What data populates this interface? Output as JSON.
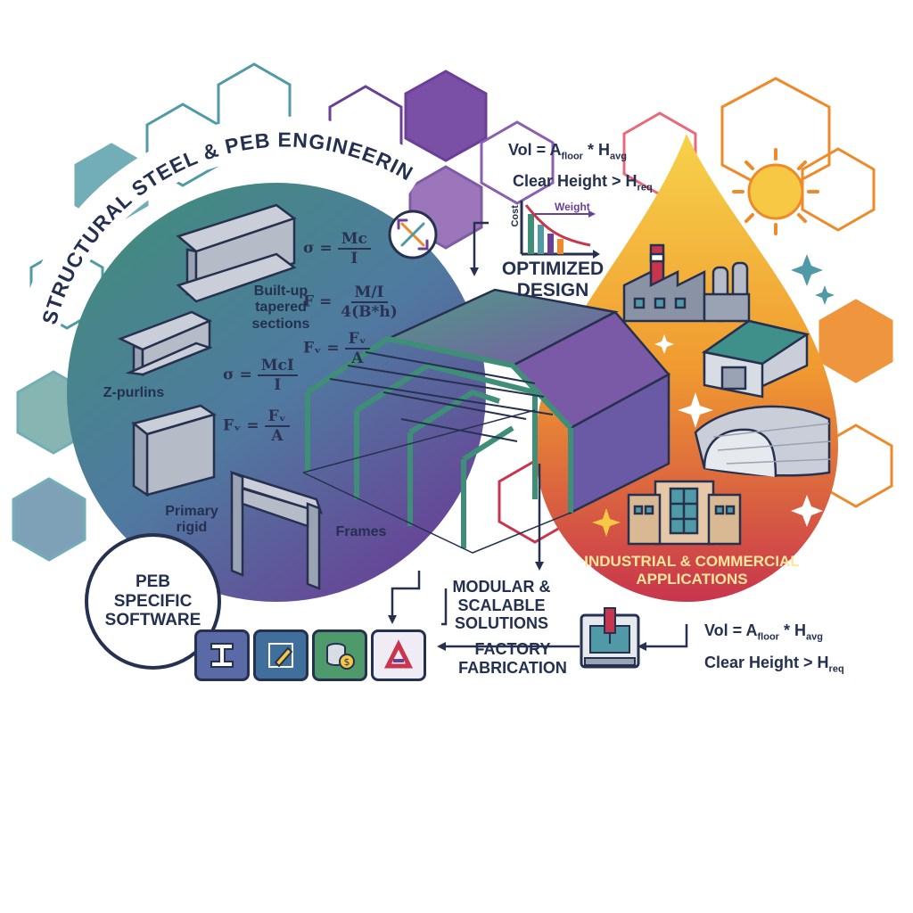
{
  "title": "STRUCTURAL STEEL & PEB ENGINEERING",
  "formulas": {
    "sigma_mc_i": {
      "lhs": "σ =",
      "num": "Mc",
      "den": "I"
    },
    "f_ml_i": {
      "lhs": "F =",
      "num": "M/I",
      "den": "4(B*h)"
    },
    "fv_a_1": {
      "lhs": "Fᵥ =",
      "num": "Fᵥ",
      "den": "A"
    },
    "sigma_mcl_i": {
      "lhs": "σ =",
      "num": "McI",
      "den": "I"
    },
    "fv_a_2": {
      "lhs": "Fᵥ =",
      "num": "Fᵥ",
      "den": "A"
    }
  },
  "labels": {
    "built_up": "Built-up tapered sections",
    "z_purlins": "Z-purlins",
    "primary_rigid": "Primary rigid",
    "frames": "Frames",
    "peb_software": "PEB SPECIFIC SOFTWARE",
    "optimized_design": "OPTIMIZED DESIGN",
    "modular": "MODULAR & SCALABLE SOLUTIONS",
    "factory": "FACTORY FABRICATION",
    "industrial": "INDUSTRIAL & COMMERCIAL APPLICATIONS"
  },
  "equations_top": {
    "vol_prefix": "Vol = A",
    "vol_sub1": "floor",
    "vol_mid": " * H",
    "vol_sub2": "avg",
    "clear_prefix": "Clear Height > H",
    "clear_sub": "req"
  },
  "equations_bottom": {
    "vol_prefix": "Vol = A",
    "vol_sub1": "floor",
    "vol_mid": " * H",
    "vol_sub2": "avg",
    "clear_prefix": "Clear Height > H",
    "clear_sub": "req"
  },
  "mini_chart": {
    "y_label": "Cost",
    "series_label": "Weight"
  },
  "icons": [
    "i-beam-icon",
    "design-pencil-icon",
    "cost-database-icon",
    "software-logo-icon"
  ],
  "colors": {
    "green": "#3f8f78",
    "purple": "#6a3f96",
    "orange": "#ee8a2a",
    "red": "#c8354d",
    "yellow": "#f7c843",
    "navy": "#26314f",
    "teal": "#4f9aa6"
  }
}
